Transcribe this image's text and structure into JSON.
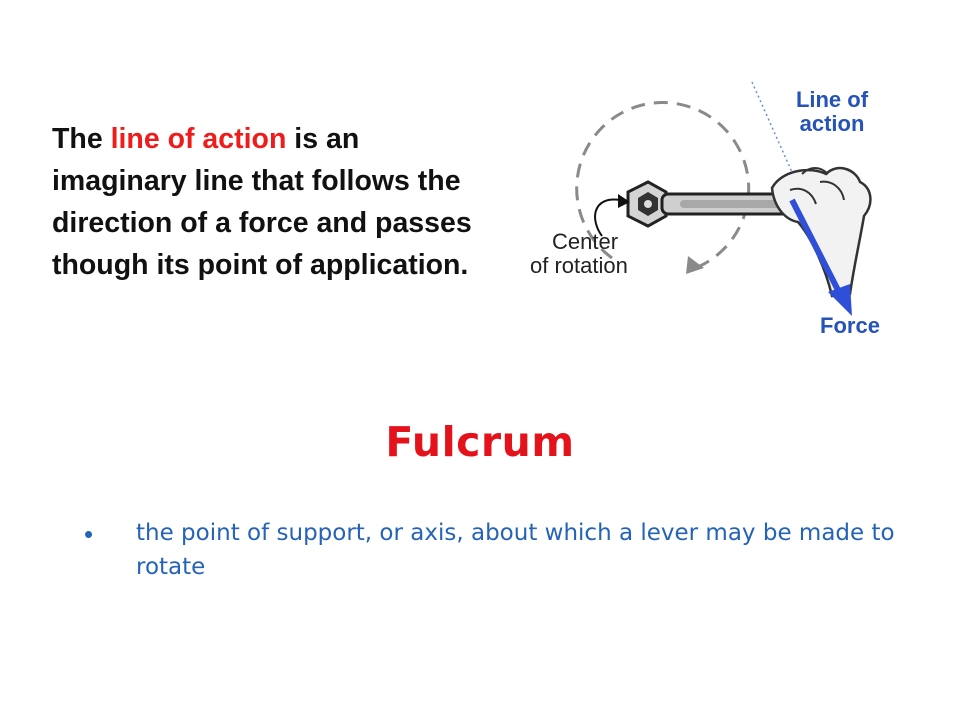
{
  "definition": {
    "part1": "The ",
    "highlight": "line of action",
    "part2": " is an imaginary line that follows the direction of a force and passes though its point of application."
  },
  "figure": {
    "label_line_of_action_1": "Line of",
    "label_line_of_action_2": "action",
    "label_center_1": "Center",
    "label_center_2": "of rotation",
    "label_force": "Force"
  },
  "title": "Fulcrum",
  "bullets": [
    {
      "marker": "•",
      "text": "the point of support, or axis, about which a lever may be made to rotate"
    }
  ],
  "colors": {
    "highlight": "#ee1c1c",
    "title": "#e4131b",
    "bullet_text": "#2563b8",
    "figure_blue": "#2553b8"
  }
}
